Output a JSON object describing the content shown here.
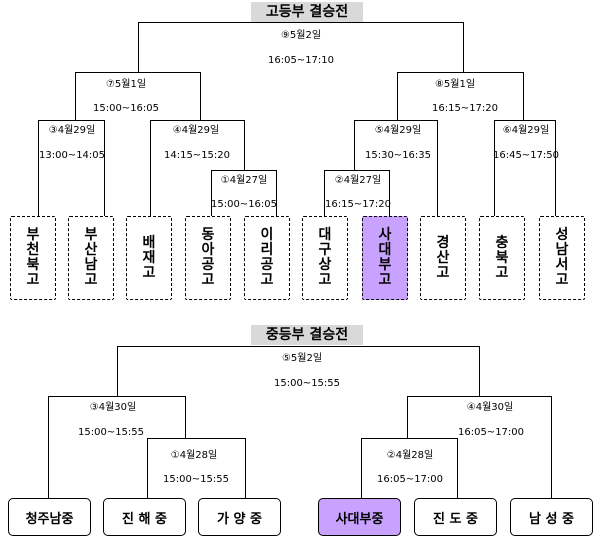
{
  "high_school": {
    "title": "고등부 결승전",
    "matches": [
      {
        "label": "⑨5월2일",
        "time": "16:05~17:10"
      },
      {
        "label": "⑦5월1일",
        "time": "15:00~16:05"
      },
      {
        "label": "⑧5월1일",
        "time": "16:15~17:20"
      },
      {
        "label": "③4월29일",
        "time": "13:00~14:05"
      },
      {
        "label": "④4월29일",
        "time": "14:15~15:20"
      },
      {
        "label": "⑤4월29일",
        "time": "15:30~16:35"
      },
      {
        "label": "⑥4월29일",
        "time": "16:45~17:50"
      },
      {
        "label": "①4월27일",
        "time": "15:00~16:05"
      },
      {
        "label": "②4월27일",
        "time": "16:15~17:20"
      }
    ],
    "schools": [
      "부천북고",
      "부산남고",
      "배재고",
      "동아공고",
      "이리공고",
      "대구상고",
      "사대부고",
      "경산고",
      "충북고",
      "성남서고"
    ],
    "highlight_color": "#c9a2ff"
  },
  "middle_school": {
    "title": "중등부 결승전",
    "matches": [
      {
        "label": "⑤5월2일",
        "time": "15:00~15:55"
      },
      {
        "label": "③4월30일",
        "time": "15:00~15:55"
      },
      {
        "label": "④4월30일",
        "time": "16:05~17:00"
      },
      {
        "label": "①4월28일",
        "time": "15:00~15:55"
      },
      {
        "label": "②4월28일",
        "time": "16:05~17:00"
      }
    ],
    "schools": [
      "청주남중",
      "진 해 중",
      "가 양 중",
      "사대부중",
      "진 도 중",
      "남 성 중"
    ]
  }
}
